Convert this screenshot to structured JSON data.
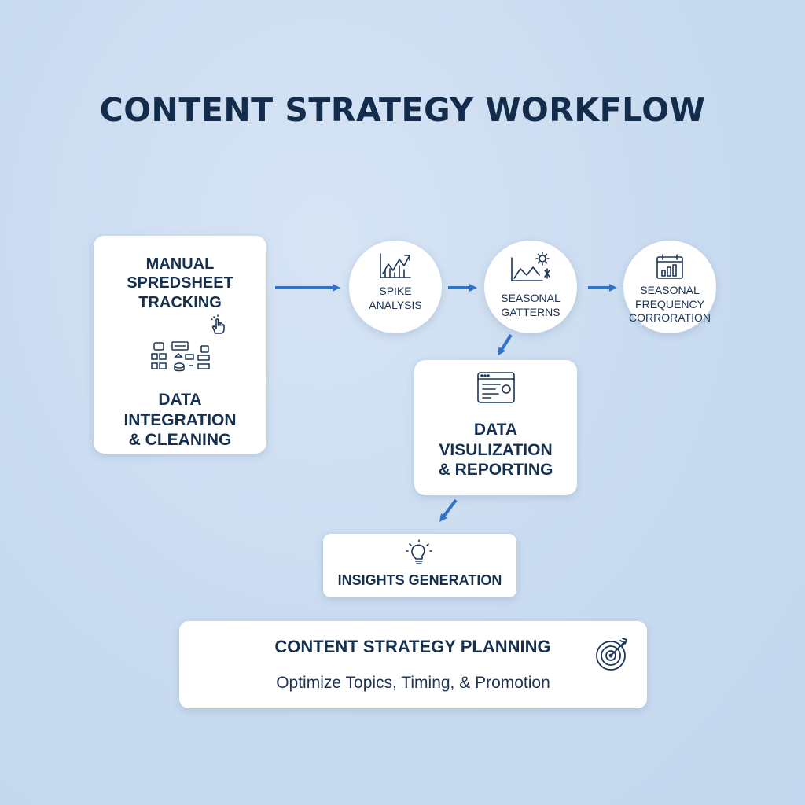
{
  "title": "CONTENT STRATEGY WORKFLOW",
  "nodes": {
    "manual_tracking": "MANUAL\nSPREDSHEET\nTRACKING",
    "data_integration": "DATA\nINTEGRATION\n& CLEANING",
    "spike_analysis": "SPIKE\nANALYSIS",
    "seasonal_patterns": "SEASONAL\nGATTERNS",
    "seasonal_frequency": "SEASONAL\nFREQUENCY\nCORRORATION",
    "data_visualization": "DATA\nVISULIZATION\n& REPORTING",
    "insights_generation": "INSIGHTS GENERATION",
    "content_planning_title": "CONTENT STRATEGY PLANNING",
    "content_planning_subtitle": "Optimize Topics, Timing, & Promotion"
  },
  "icons": {
    "manual_tracking": "hand-pointer-icon",
    "data_integration": "data-sources-icon",
    "spike_analysis": "line-chart-up-icon",
    "seasonal_patterns": "seasonal-chart-icon",
    "seasonal_frequency": "calendar-bar-chart-icon",
    "data_visualization": "dashboard-window-icon",
    "insights_generation": "lightbulb-icon",
    "content_planning": "target-icon"
  },
  "colors": {
    "accent": "#2f74c8",
    "text": "#16304f",
    "background": "#c9dbf0",
    "card": "#ffffff"
  }
}
